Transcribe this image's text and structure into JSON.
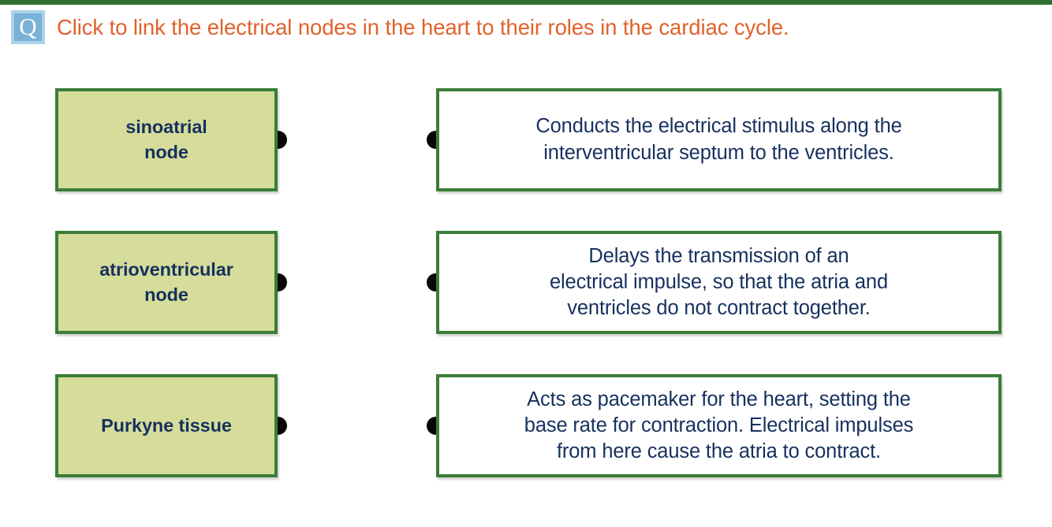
{
  "top_bar": {
    "color": "#2E7031"
  },
  "header": {
    "icon_letter": "Q",
    "icon_name": "question-marker-icon",
    "icon_bg_color": "#79B2D8",
    "icon_border_color": "#ACD2E8",
    "instruction": "Click to link the electrical nodes in the heart to their roles in the cardiac cycle.",
    "text_color": "#E1622C"
  },
  "theme": {
    "box_border_color": "#3A7D38",
    "term_fill_color": "#D6DD9B",
    "definition_fill_color": "#FFFFFF",
    "text_color": "#16305E",
    "connector_color": "#070707"
  },
  "matching": {
    "terms": [
      {
        "label": "sinoatrial\nnode"
      },
      {
        "label": "atrioventricular\nnode"
      },
      {
        "label": "Purkyne tissue"
      }
    ],
    "definitions": [
      {
        "label": "Conducts the electrical stimulus along the\ninterventricular septum to the ventricles."
      },
      {
        "label": "Delays the transmission of an\nelectrical impulse, so that the atria and\nventricles do not contract together."
      },
      {
        "label": "Acts as pacemaker for the heart, setting the\nbase rate for contraction. Electrical impulses\nfrom here cause the atria to contract."
      }
    ]
  }
}
